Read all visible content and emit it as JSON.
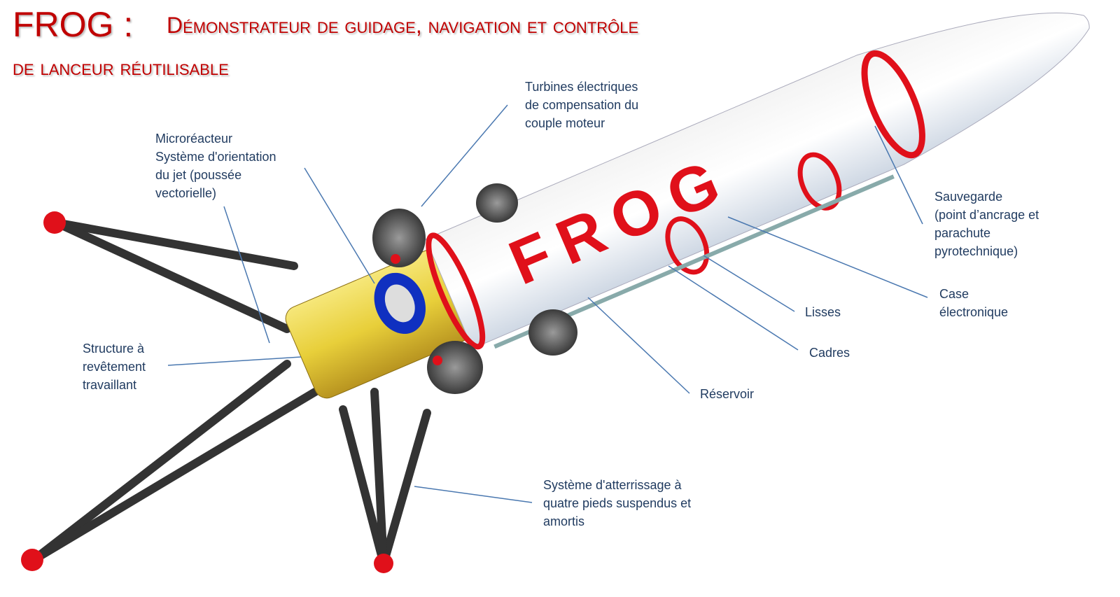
{
  "title": {
    "main": "FROG :",
    "subtitle_line1": "Démonstrateur de guidage, navigation et contrôle",
    "subtitle_line2": "de lanceur réutilisable"
  },
  "labels": {
    "turbines": "Turbines électriques\nde compensation du\ncouple moteur",
    "microreacteur": "Microréacteur\nSystème d'orientation\ndu jet (poussée\nvectorielle)",
    "structure": "Structure à\nrevêtement\ntravaillant",
    "atterrissage": "Système d'atterrissage à\nquatre pieds suspendus et\namortis",
    "reservoir": "Réservoir",
    "cadres": "Cadres",
    "lisses": "Lisses",
    "case": "Case\nélectronique",
    "sauvegarde": "Sauvegarde\n(point d’ancrage et\nparachute\npyrotechnique)"
  },
  "rocket_lettering": "FROG",
  "colors": {
    "title": "#c00000",
    "label": "#1f3a5f",
    "leader": "#4a78b0",
    "accent_red": "#e0101a",
    "yellow": "#e8cf3a"
  }
}
